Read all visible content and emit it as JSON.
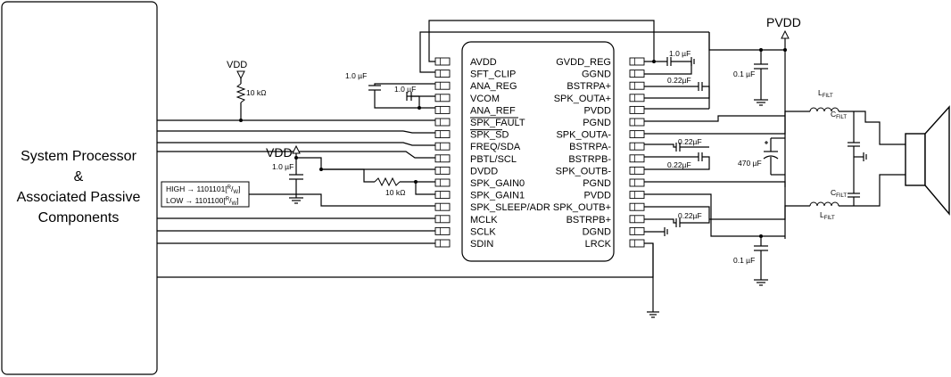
{
  "processor": {
    "line1": "System Processor",
    "line2": "&",
    "line3": "Associated Passive",
    "line4": "Components"
  },
  "ic": {
    "left_pins": [
      "AVDD",
      "SFT_CLIP",
      "ANA_REG",
      "VCOM",
      "ANA_REF",
      "SPK_FAULT",
      "SPK_SD",
      "FREQ/SDA",
      "PBTL/SCL",
      "DVDD",
      "SPK_GAIN0",
      "SPK_GAIN1",
      "SPK_SLEEP/ADR",
      "MCLK",
      "SCLK",
      "SDIN"
    ],
    "right_pins": [
      "GVDD_REG",
      "GGND",
      "BSTRPA+",
      "SPK_OUTA+",
      "PVDD",
      "PGND",
      "SPK_OUTA-",
      "BSTRPA-",
      "BSTRPB-",
      "SPK_OUTB-",
      "PGND",
      "PVDD",
      "SPK_OUTB+",
      "BSTRPB+",
      "DGND",
      "LRCK"
    ]
  },
  "rails": {
    "vdd_top": "VDD",
    "vdd_mid": "VDD",
    "pvdd": "PVDD"
  },
  "passives": {
    "r_pullup": "10 kΩ",
    "r_gain": "10 kΩ",
    "c_ana_reg": "1.0 µF",
    "c_vcom": "1.0 µF",
    "c_dvdd": "1.0 µF",
    "c_gvdd": "1.0 µF",
    "c_bstrpa_plus": "0.22µF",
    "c_bstrpa_minus": "0.22µF",
    "c_bstrpb_minus": "0.22µF",
    "c_bstrpb_plus": "0.22µF",
    "c_pvdd_top": "0.1 µF",
    "c_pvdd_bot": "0.1 µF",
    "c_bulk": "470 µF",
    "l_filt": "L",
    "l_filt_sub": "FILT",
    "c_filt": "C",
    "c_filt_sub": "FILT"
  },
  "address_box": {
    "high_pre": "HIGH → 1101101[",
    "low_pre": "LOW → 1101100[",
    "frac_num": "R",
    "frac_slash": "/",
    "frac_den": "W",
    "frac_close": "]"
  }
}
